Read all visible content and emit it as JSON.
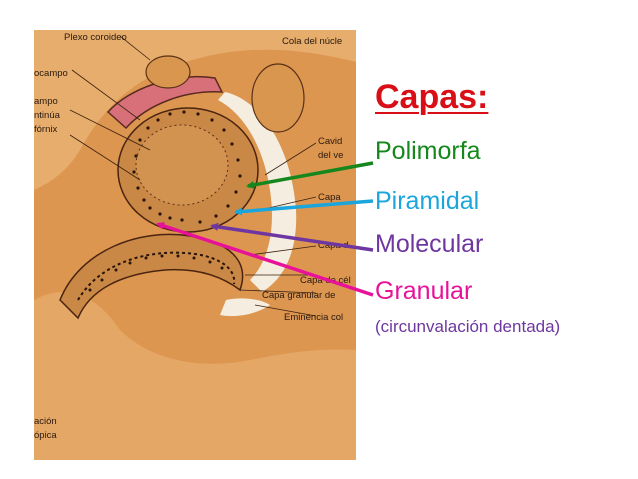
{
  "figure": {
    "labels": {
      "plexo": "Plexo coroideo",
      "cola": "Cola del núcle",
      "hipocampo": "ocampo",
      "campo": "ampo",
      "continua": "ntinúa",
      "fornix": "fórnix",
      "cavidad1": "Cavid",
      "cavidad2": "del ve",
      "capa1": "Capa",
      "capa2": "Capa d",
      "capa_cel": "Capa de cél",
      "capa_granular": "Capa granular de",
      "eminencia": "Eminencia col",
      "bottom1": "ación",
      "bottom2": "ópica"
    }
  },
  "legend": {
    "title": "Capas:",
    "items": [
      {
        "label": "Polimorfa",
        "color": "#15871c"
      },
      {
        "label": "Piramidal",
        "color": "#1aa6dc"
      },
      {
        "label": "Molecular",
        "color": "#6e36a0"
      },
      {
        "label": "Granular",
        "color": "#e8119a"
      }
    ],
    "note": "(circunvalación dentada)",
    "title_color": "#d90f17"
  }
}
